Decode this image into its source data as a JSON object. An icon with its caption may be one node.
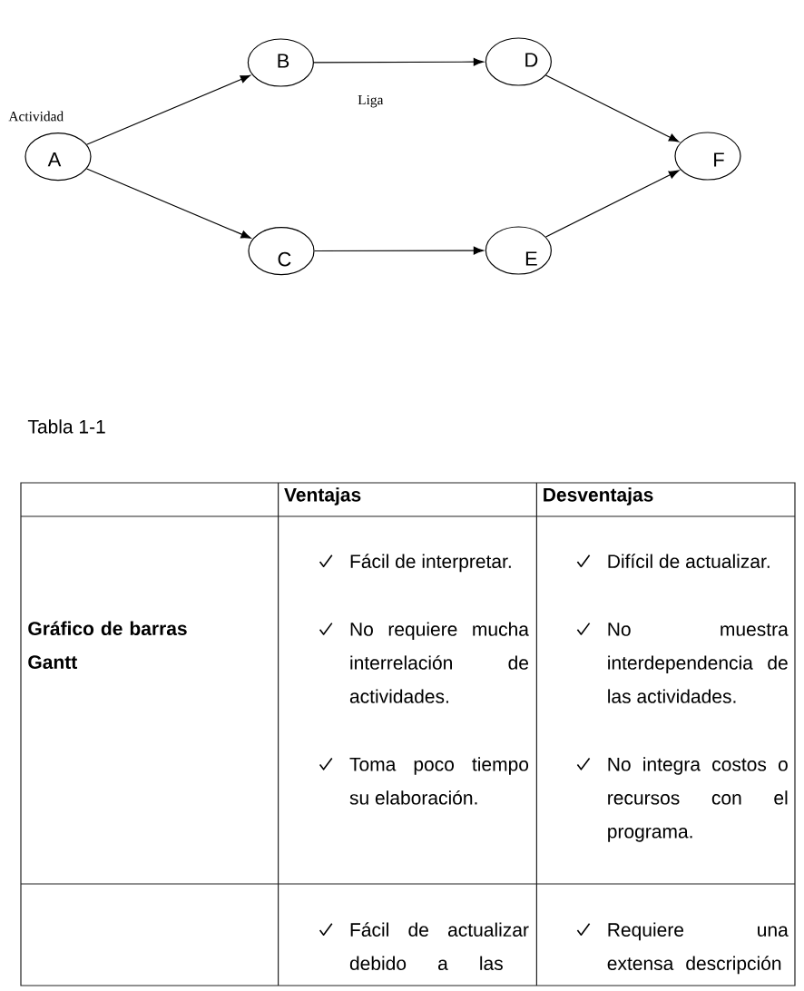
{
  "diagram": {
    "nodes": [
      {
        "text": [
          "A"
        ],
        "beside": [
          "Actividad"
        ]
      },
      {
        "text": [
          "B"
        ]
      },
      {
        "text": [
          "C"
        ]
      },
      {
        "text": [
          "D"
        ]
      },
      {
        "text": [
          "E"
        ]
      },
      {
        "text": [
          "F"
        ]
      }
    ],
    "edges": [
      {
        "from": 0,
        "to": 1,
        "arrow": "to"
      },
      {
        "from": 0,
        "to": 2,
        "arrow": "to"
      },
      {
        "from": 1,
        "to": 3,
        "arrow": "to",
        "label": "Liga"
      },
      {
        "from": 2,
        "to": 4,
        "arrow": "to"
      },
      {
        "from": 3,
        "to": 5,
        "arrow": "to"
      },
      {
        "from": 4,
        "to": 5,
        "arrow": "to"
      }
    ],
    "labels": [
      "Tabla 1-1",
      "Ventajas",
      "Desventajas",
      "Gráfico de barras Gantt",
      "Fácil de interpretar.",
      "No requiere mucha interrelación de actividades.",
      "Toma poco tiempo su elaboración.",
      "Difícil de actualizar.",
      "No muestra interdependencia de las actividades.",
      "No integra costos o recursos con el programa.",
      "Fácil de actualizar debido a las",
      "Requiere una extensa descripción"
    ]
  }
}
